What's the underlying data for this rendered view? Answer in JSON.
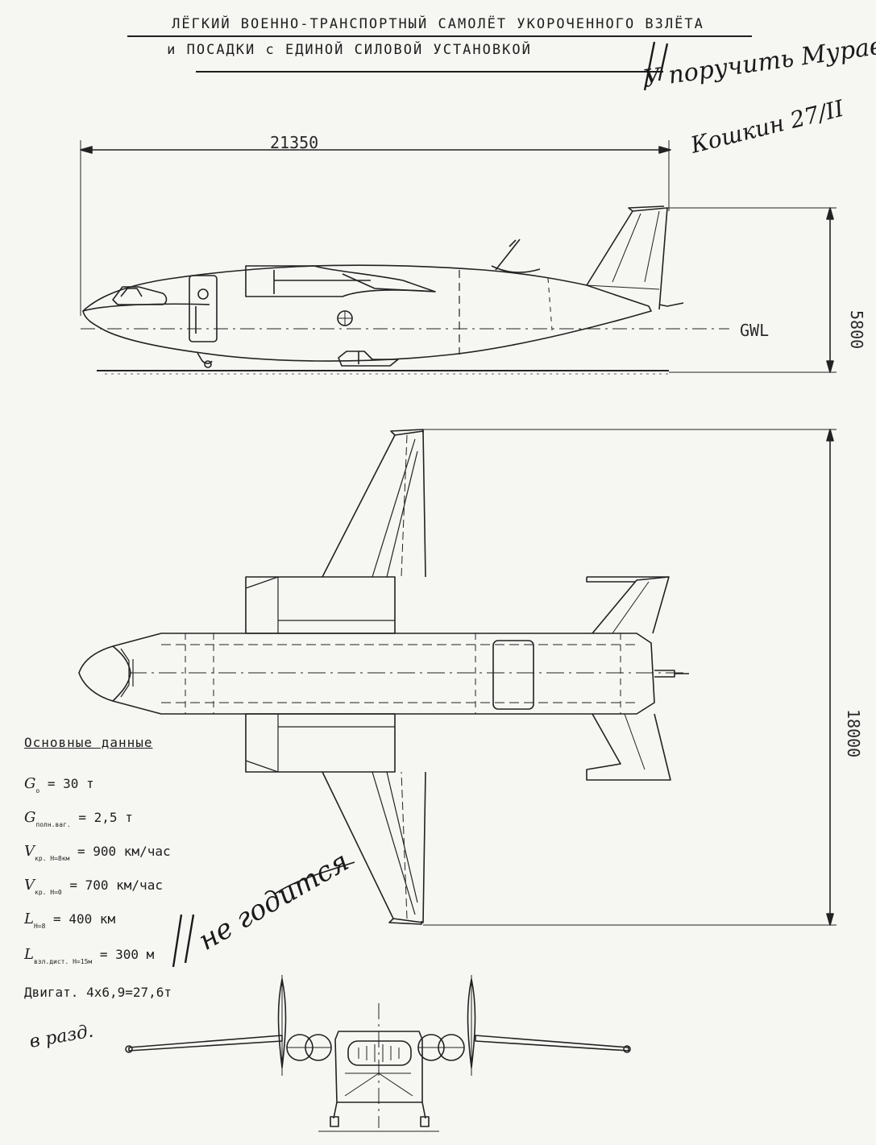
{
  "title": {
    "line1": "ЛЁГКИЙ ВОЕННО-ТРАНСПОРТНЫЙ САМОЛЁТ УКОРОЧЕННОГО ВЗЛЁТА",
    "line2": "и ПОСАДКИ с ЕДИНОЙ СИЛОВОЙ УСТАНОВКОЙ"
  },
  "dimensions": {
    "length": "21350",
    "height": "5800",
    "span": "18000",
    "ground_line": "GWL"
  },
  "specs": {
    "heading": "Основные данные",
    "rows": [
      {
        "symbol": "G",
        "sub": "о",
        "value": "= 30 т"
      },
      {
        "symbol": "G",
        "sub": "полн.ваг.",
        "value": "= 2,5 т"
      },
      {
        "symbol": "V",
        "sub": "кр. H=8км",
        "value": "= 900 км/час"
      },
      {
        "symbol": "V",
        "sub": "кр. H=0",
        "value": "= 700 км/час"
      },
      {
        "symbol": "L",
        "sub": "H=8",
        "value": "= 400 км"
      },
      {
        "symbol": "L",
        "sub": "взл.дист. H=15м",
        "value": "= 300 м"
      }
    ],
    "engines": "Двигат. 4х6,9=27,6т"
  },
  "handwriting": {
    "note_top": "У поручить Муравьёву",
    "signature_top": "Кошкин 27/II",
    "note_mid": "не годится",
    "note_bottom": "в разд."
  }
}
